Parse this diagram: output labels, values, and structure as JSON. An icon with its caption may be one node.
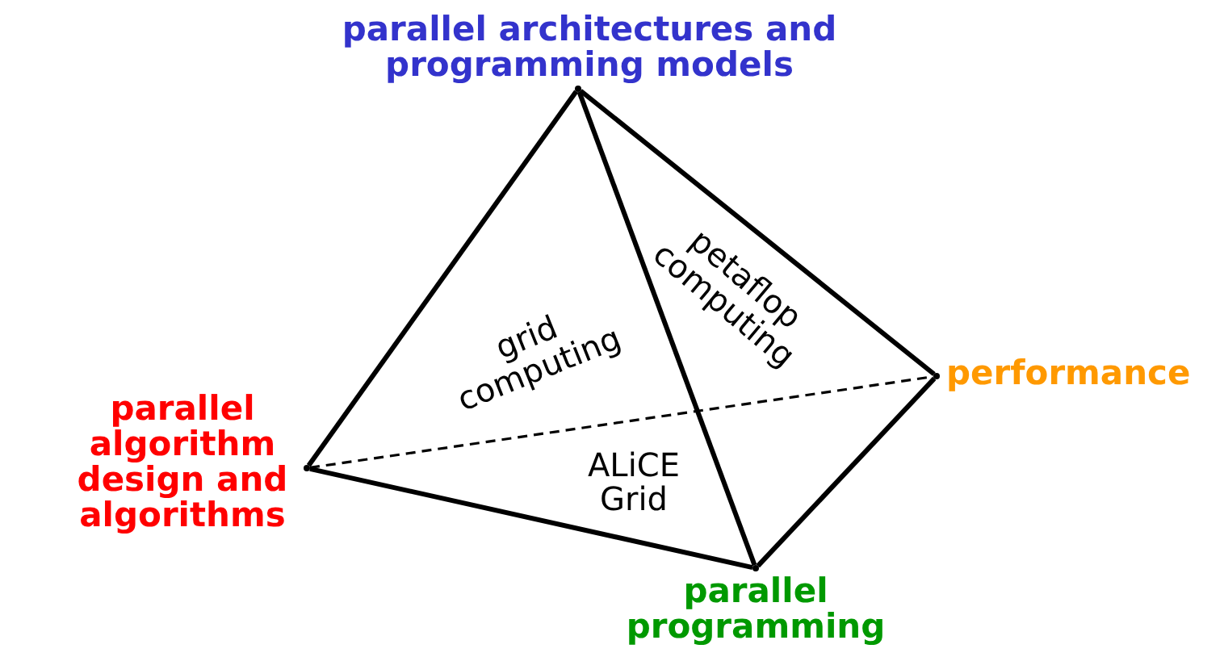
{
  "diagram": {
    "nodes": [
      {
        "text": [],
        "shape": "dot",
        "beside": [
          "parallel architectures and programming models"
        ]
      },
      {
        "text": [],
        "shape": "dot",
        "beside": [
          "parallel algorithm design and algorithms"
        ]
      },
      {
        "text": [],
        "shape": "dot",
        "beside": [
          "performance"
        ]
      },
      {
        "text": [],
        "shape": "dot",
        "beside": [
          "parallel programming"
        ]
      }
    ],
    "edges": [
      {
        "from": 0,
        "to": 1,
        "arrow": "none"
      },
      {
        "from": 0,
        "to": 3,
        "arrow": "none"
      },
      {
        "from": 0,
        "to": 2,
        "arrow": "none"
      },
      {
        "from": 1,
        "to": 3,
        "arrow": "none"
      },
      {
        "from": 2,
        "to": 3,
        "arrow": "none"
      },
      {
        "from": 1,
        "to": 2,
        "arrow": "none",
        "style": "dashed"
      }
    ],
    "labels": [
      "grid computing",
      "petaflop computing",
      "ALiCE Grid"
    ]
  }
}
